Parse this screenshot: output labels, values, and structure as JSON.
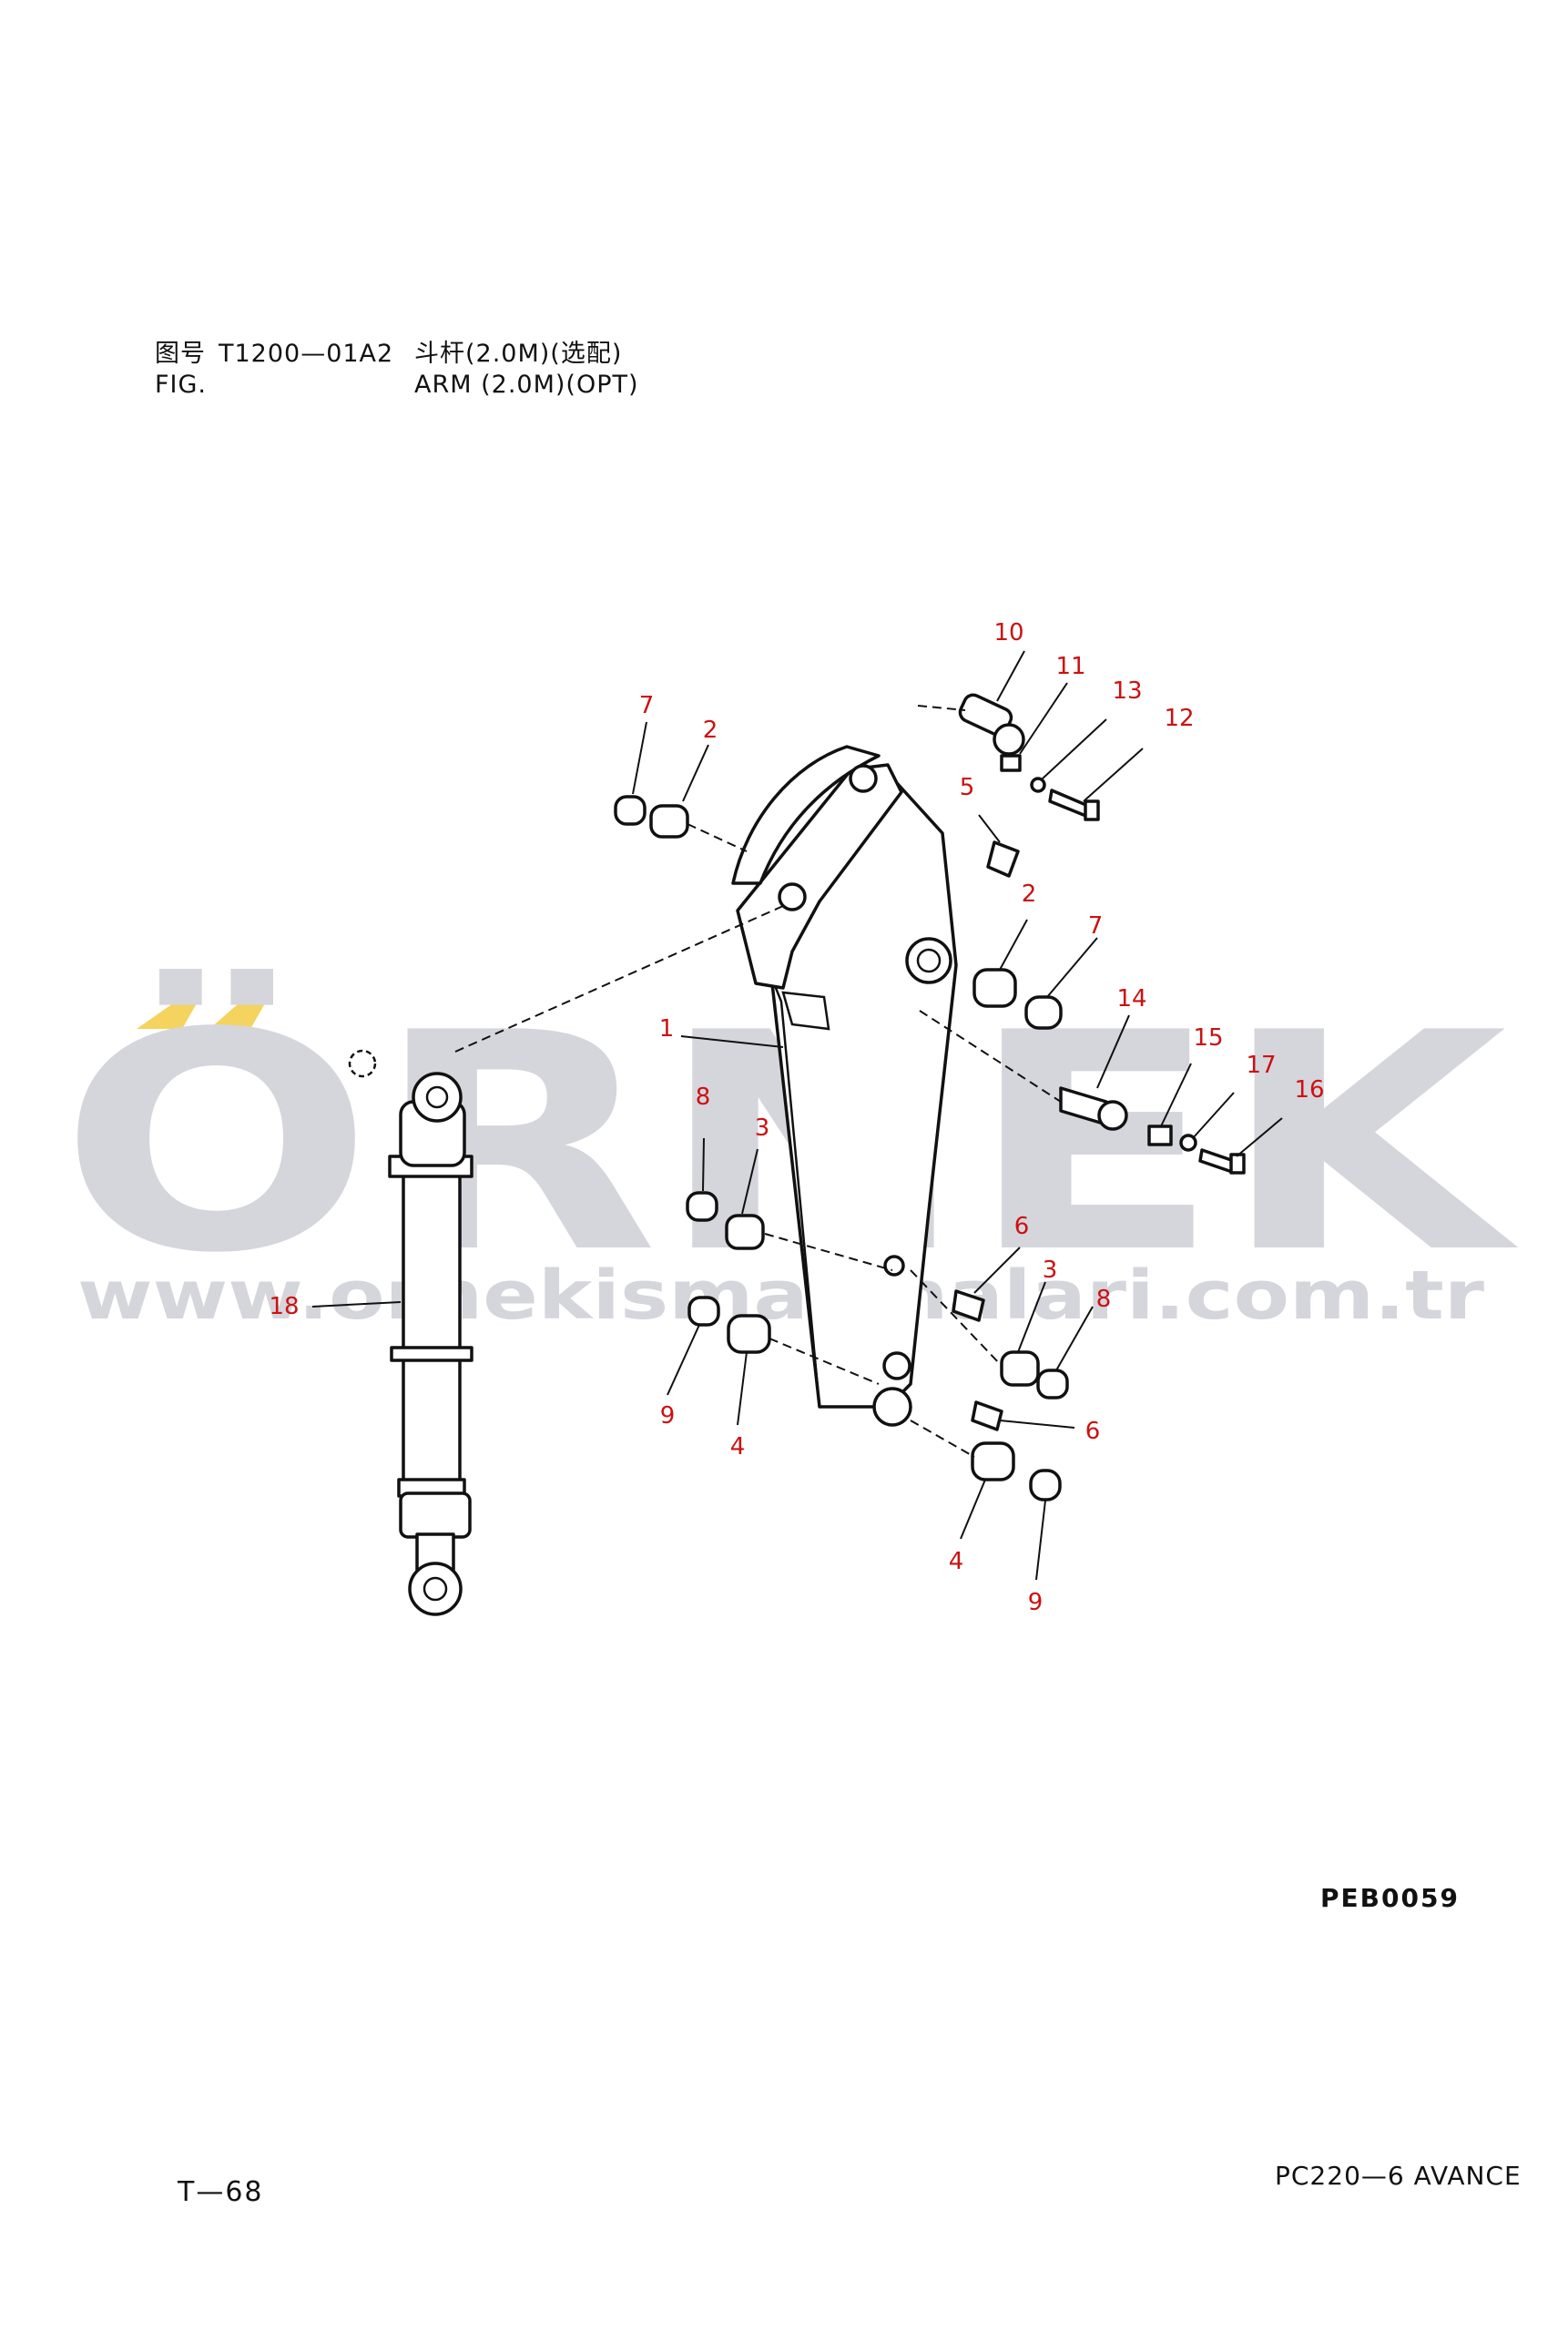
{
  "header": {
    "line1": {
      "prefix": "图号",
      "code": "T1200—01A2",
      "title": "斗杆(2.0M)(选配)"
    },
    "line2": {
      "prefix": "FIG.",
      "title": "ARM (2.0M)(OPT)"
    }
  },
  "watermark": {
    "brand": "ÖRNEK",
    "url": "www.ornekismakinalari.com.tr",
    "accent_color": "#f4d35e",
    "color": "#d5d5dc"
  },
  "drawing_code": "PEB0059",
  "page_number": "T—68",
  "model": "PC220—6 AVANCE",
  "callouts": {
    "c1": "1",
    "c2a": "2",
    "c2b": "2",
    "c3a": "3",
    "c3b": "3",
    "c4a": "4",
    "c4b": "4",
    "c5": "5",
    "c6a": "6",
    "c6b": "6",
    "c7a": "7",
    "c7b": "7",
    "c8a": "8",
    "c8b": "8",
    "c9a": "9",
    "c9b": "9",
    "c10": "10",
    "c11": "11",
    "c12": "12",
    "c13": "13",
    "c14": "14",
    "c15": "15",
    "c16": "16",
    "c17": "17",
    "c18": "18"
  },
  "callout_color": "#cc1111"
}
